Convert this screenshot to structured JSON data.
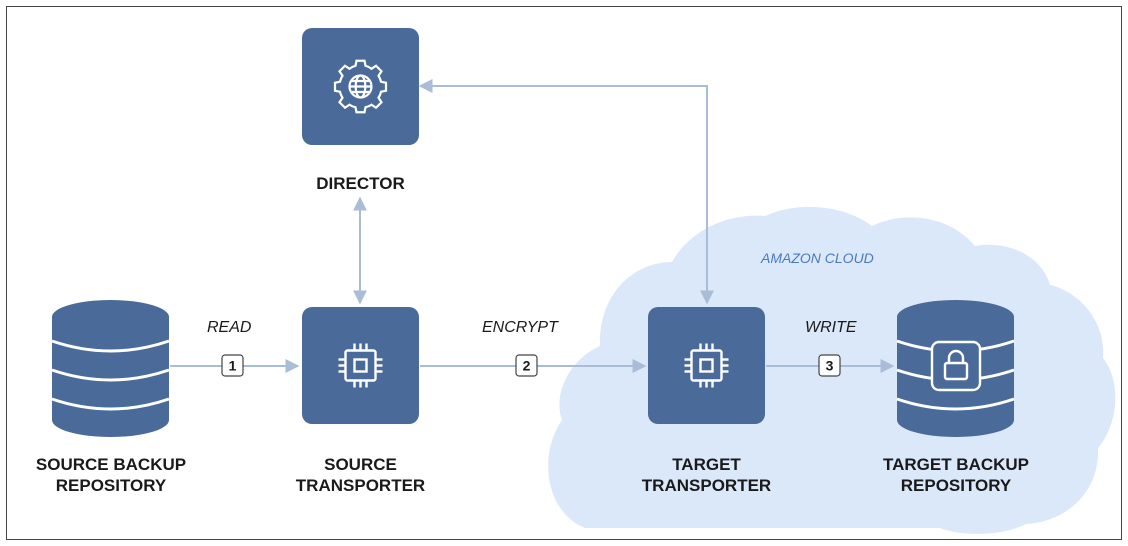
{
  "nodes": {
    "director": {
      "label": "DIRECTOR",
      "icon": "gear-globe-icon"
    },
    "source_repo": {
      "label": "SOURCE BACKUP\nREPOSITORY",
      "icon": "database-icon"
    },
    "source_transporter": {
      "label": "SOURCE\nTRANSPORTER",
      "icon": "chip-icon"
    },
    "target_transporter": {
      "label": "TARGET\nTRANSPORTER",
      "icon": "chip-icon"
    },
    "target_repo": {
      "label": "TARGET BACKUP\nREPOSITORY",
      "icon": "locked-database-icon"
    }
  },
  "region": {
    "label": "AMAZON CLOUD"
  },
  "steps": [
    {
      "number": "1",
      "label": "READ"
    },
    {
      "number": "2",
      "label": "ENCRYPT"
    },
    {
      "number": "3",
      "label": "WRITE"
    }
  ],
  "colors": {
    "node_fill": "#4a6b99",
    "arrow": "#a9bdd7",
    "cloud": "#dbe8fa",
    "cloud_text": "#4a7ac0"
  }
}
